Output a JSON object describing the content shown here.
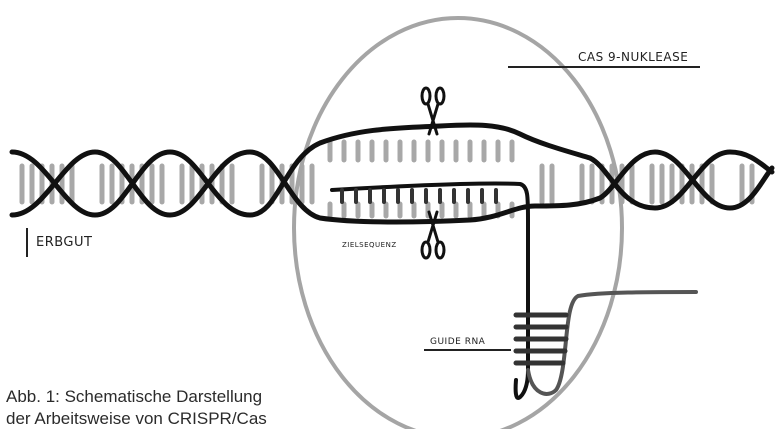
{
  "labels": {
    "cas9": "CAS 9-NUKLEASE",
    "erbgut": "ERBGUT",
    "zielsequenz": "ZIELSEQUENZ",
    "guide_rna": "GUIDE RNA"
  },
  "caption": {
    "line1": "Abb. 1: Schematische Darstellung",
    "line2": "der Arbeitsweise von CRISPR/Cas"
  },
  "icons": {
    "scissors_top": "scissors-icon",
    "scissors_bottom": "scissors-icon"
  },
  "colors": {
    "dna_strand": "#111111",
    "base_pair": "#a8a8a8",
    "cas9_outline": "#a5a5a5",
    "target_pair": "#333333",
    "rna_rungs": "#333333"
  }
}
